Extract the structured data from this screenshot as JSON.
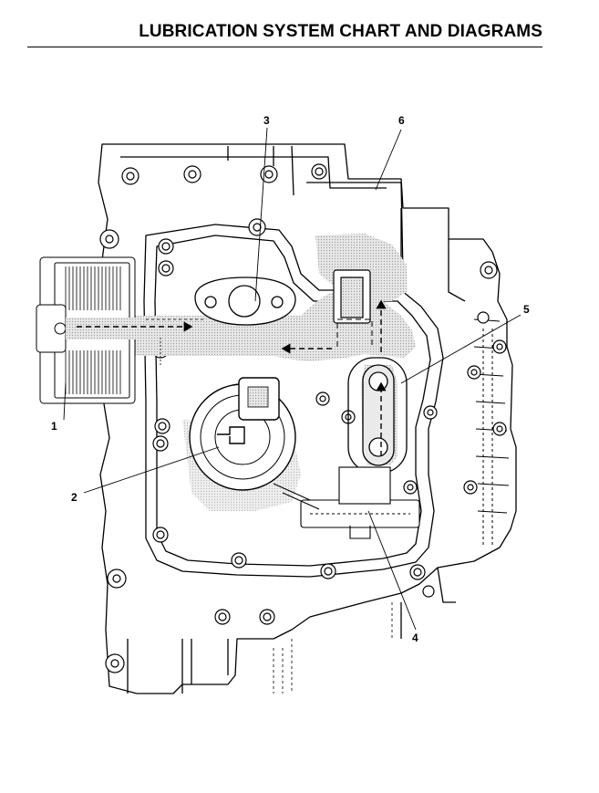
{
  "header": {
    "title": "LUBRICATION SYSTEM CHART AND DIAGRAMS"
  },
  "callouts": [
    {
      "id": "1",
      "label": "1"
    },
    {
      "id": "2",
      "label": "2"
    },
    {
      "id": "3",
      "label": "3"
    },
    {
      "id": "4",
      "label": "4"
    },
    {
      "id": "5",
      "label": "5"
    },
    {
      "id": "6",
      "label": "6"
    }
  ],
  "colors": {
    "line": "#000000",
    "oil_shade": "#d6d6d6",
    "paper": "#ffffff"
  }
}
